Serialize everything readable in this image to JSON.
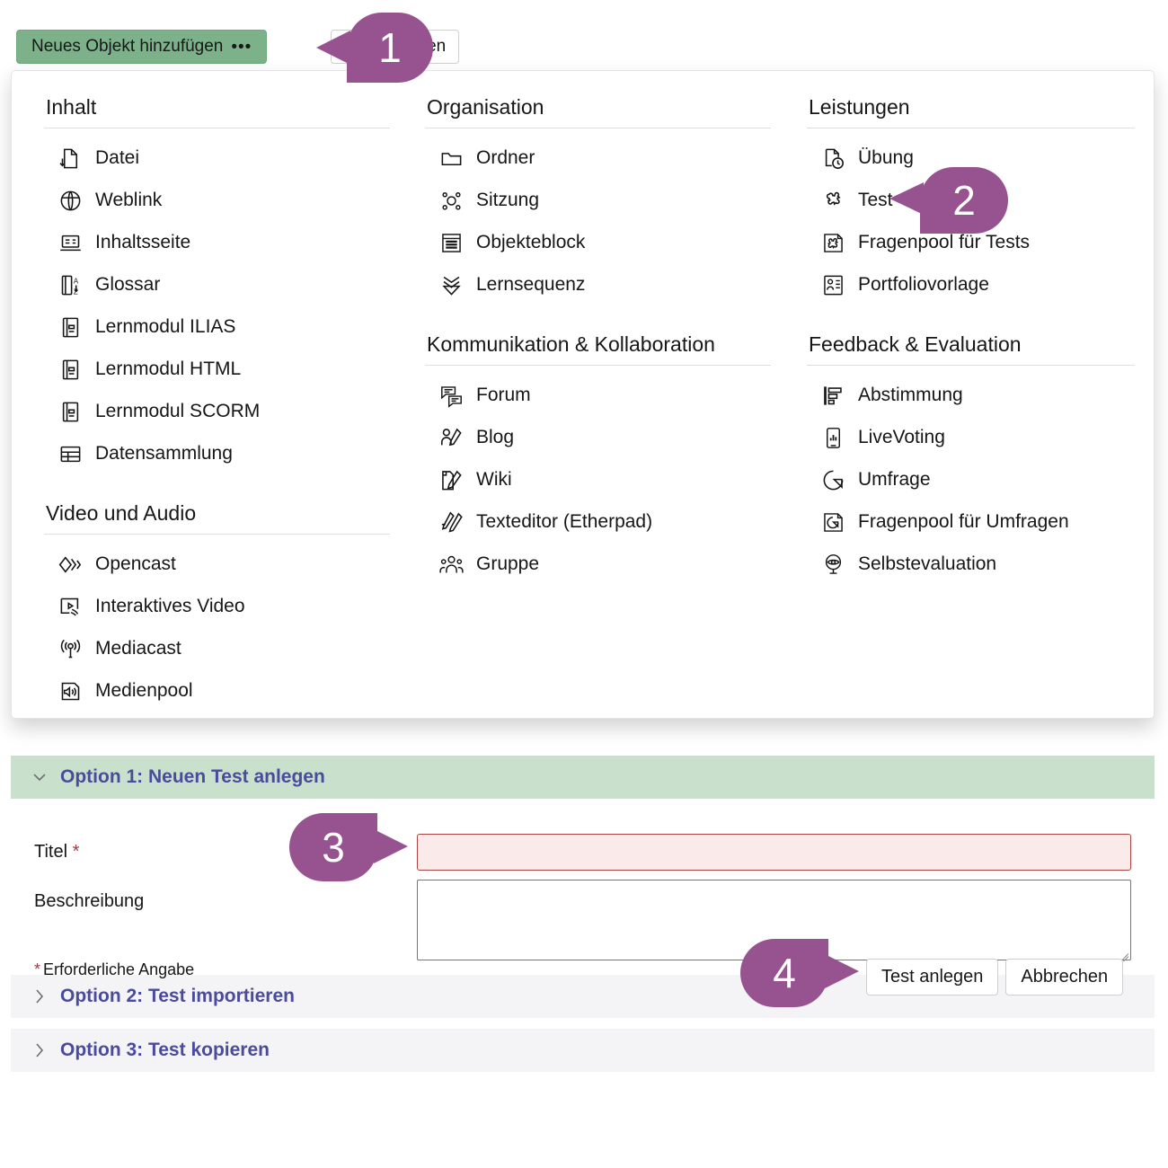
{
  "toolbar": {
    "add_object_label": "Neues Objekt hinzufügen",
    "add_object_dots": "•••",
    "manage_label": "alten"
  },
  "dropdown": {
    "columns": [
      {
        "groups": [
          {
            "title": "Inhalt",
            "items": [
              {
                "label": "Datei",
                "icon": "file-download-icon"
              },
              {
                "label": "Weblink",
                "icon": "globe-link-icon"
              },
              {
                "label": "Inhaltsseite",
                "icon": "content-page-icon"
              },
              {
                "label": "Glossar",
                "icon": "glossary-az-icon"
              },
              {
                "label": "Lernmodul ILIAS",
                "icon": "learning-module-icon"
              },
              {
                "label": "Lernmodul HTML",
                "icon": "learning-module-icon"
              },
              {
                "label": "Lernmodul SCORM",
                "icon": "learning-module-icon"
              },
              {
                "label": "Datensammlung",
                "icon": "table-grid-icon"
              }
            ]
          },
          {
            "title": "Video und Audio",
            "items": [
              {
                "label": "Opencast",
                "icon": "opencast-diamond-icon"
              },
              {
                "label": "Interaktives Video",
                "icon": "interactive-video-icon"
              },
              {
                "label": "Mediacast",
                "icon": "broadcast-antenna-icon"
              },
              {
                "label": "Medienpool",
                "icon": "speaker-sound-icon"
              }
            ]
          }
        ]
      },
      {
        "groups": [
          {
            "title": "Organisation",
            "items": [
              {
                "label": "Ordner",
                "icon": "folder-icon"
              },
              {
                "label": "Sitzung",
                "icon": "session-nodes-icon"
              },
              {
                "label": "Objekteblock",
                "icon": "object-block-list-icon"
              },
              {
                "label": "Lernsequenz",
                "icon": "learning-sequence-chevron-icon"
              }
            ]
          },
          {
            "title": "Kommunikation & Kollaboration",
            "items": [
              {
                "label": "Forum",
                "icon": "forum-speech-bubbles-icon"
              },
              {
                "label": "Blog",
                "icon": "blog-person-pen-icon"
              },
              {
                "label": "Wiki",
                "icon": "wiki-page-pen-icon"
              },
              {
                "label": "Texteditor (Etherpad)",
                "icon": "etherpad-pen-icon"
              },
              {
                "label": "Gruppe",
                "icon": "group-people-icon"
              }
            ]
          }
        ]
      },
      {
        "groups": [
          {
            "title": "Leistungen",
            "items": [
              {
                "label": "Übung",
                "icon": "exercise-clock-icon"
              },
              {
                "label": "Test",
                "icon": "test-puzzle-icon"
              },
              {
                "label": "Fragenpool für Tests",
                "icon": "question-pool-puzzle-icon"
              },
              {
                "label": "Portfoliovorlage",
                "icon": "portfolio-template-icon"
              }
            ]
          },
          {
            "title": "Feedback & Evaluation",
            "items": [
              {
                "label": "Abstimmung",
                "icon": "poll-bars-icon"
              },
              {
                "label": "LiveVoting",
                "icon": "livevoting-phone-icon"
              },
              {
                "label": "Umfrage",
                "icon": "survey-pie-icon"
              },
              {
                "label": "Fragenpool für Umfragen",
                "icon": "survey-pool-pie-icon"
              },
              {
                "label": "Selbstevaluation",
                "icon": "self-evaluation-eye-icon"
              }
            ]
          }
        ]
      }
    ]
  },
  "form": {
    "option1": {
      "header": "Option 1: Neuen Test anlegen",
      "expanded": true,
      "title_label": "Titel",
      "title_required_marker": "*",
      "title_value": "",
      "title_placeholder": "",
      "description_label": "Beschreibung",
      "description_value": "",
      "description_placeholder": "",
      "required_note_marker": "*",
      "required_note": "Erforderliche Angabe",
      "submit_label": "Test anlegen",
      "cancel_label": "Abbrechen"
    },
    "option2": {
      "header": "Option 2: Test importieren",
      "expanded": false
    },
    "option3": {
      "header": "Option 3: Test kopieren",
      "expanded": false
    }
  },
  "callouts": [
    {
      "number": "1",
      "target": "add-object-button"
    },
    {
      "number": "2",
      "target": "menu-item-test"
    },
    {
      "number": "3",
      "target": "title-input"
    },
    {
      "number": "4",
      "target": "submit-button"
    }
  ],
  "colors": {
    "accent_purple": "#97538f",
    "button_green": "#7db189",
    "panel_header_green": "#c9e1cc",
    "panel_header_grey": "#f4f3f6",
    "link_purple": "#4b4b9b",
    "error_red": "#a94442",
    "error_bg": "#fbeaea"
  }
}
